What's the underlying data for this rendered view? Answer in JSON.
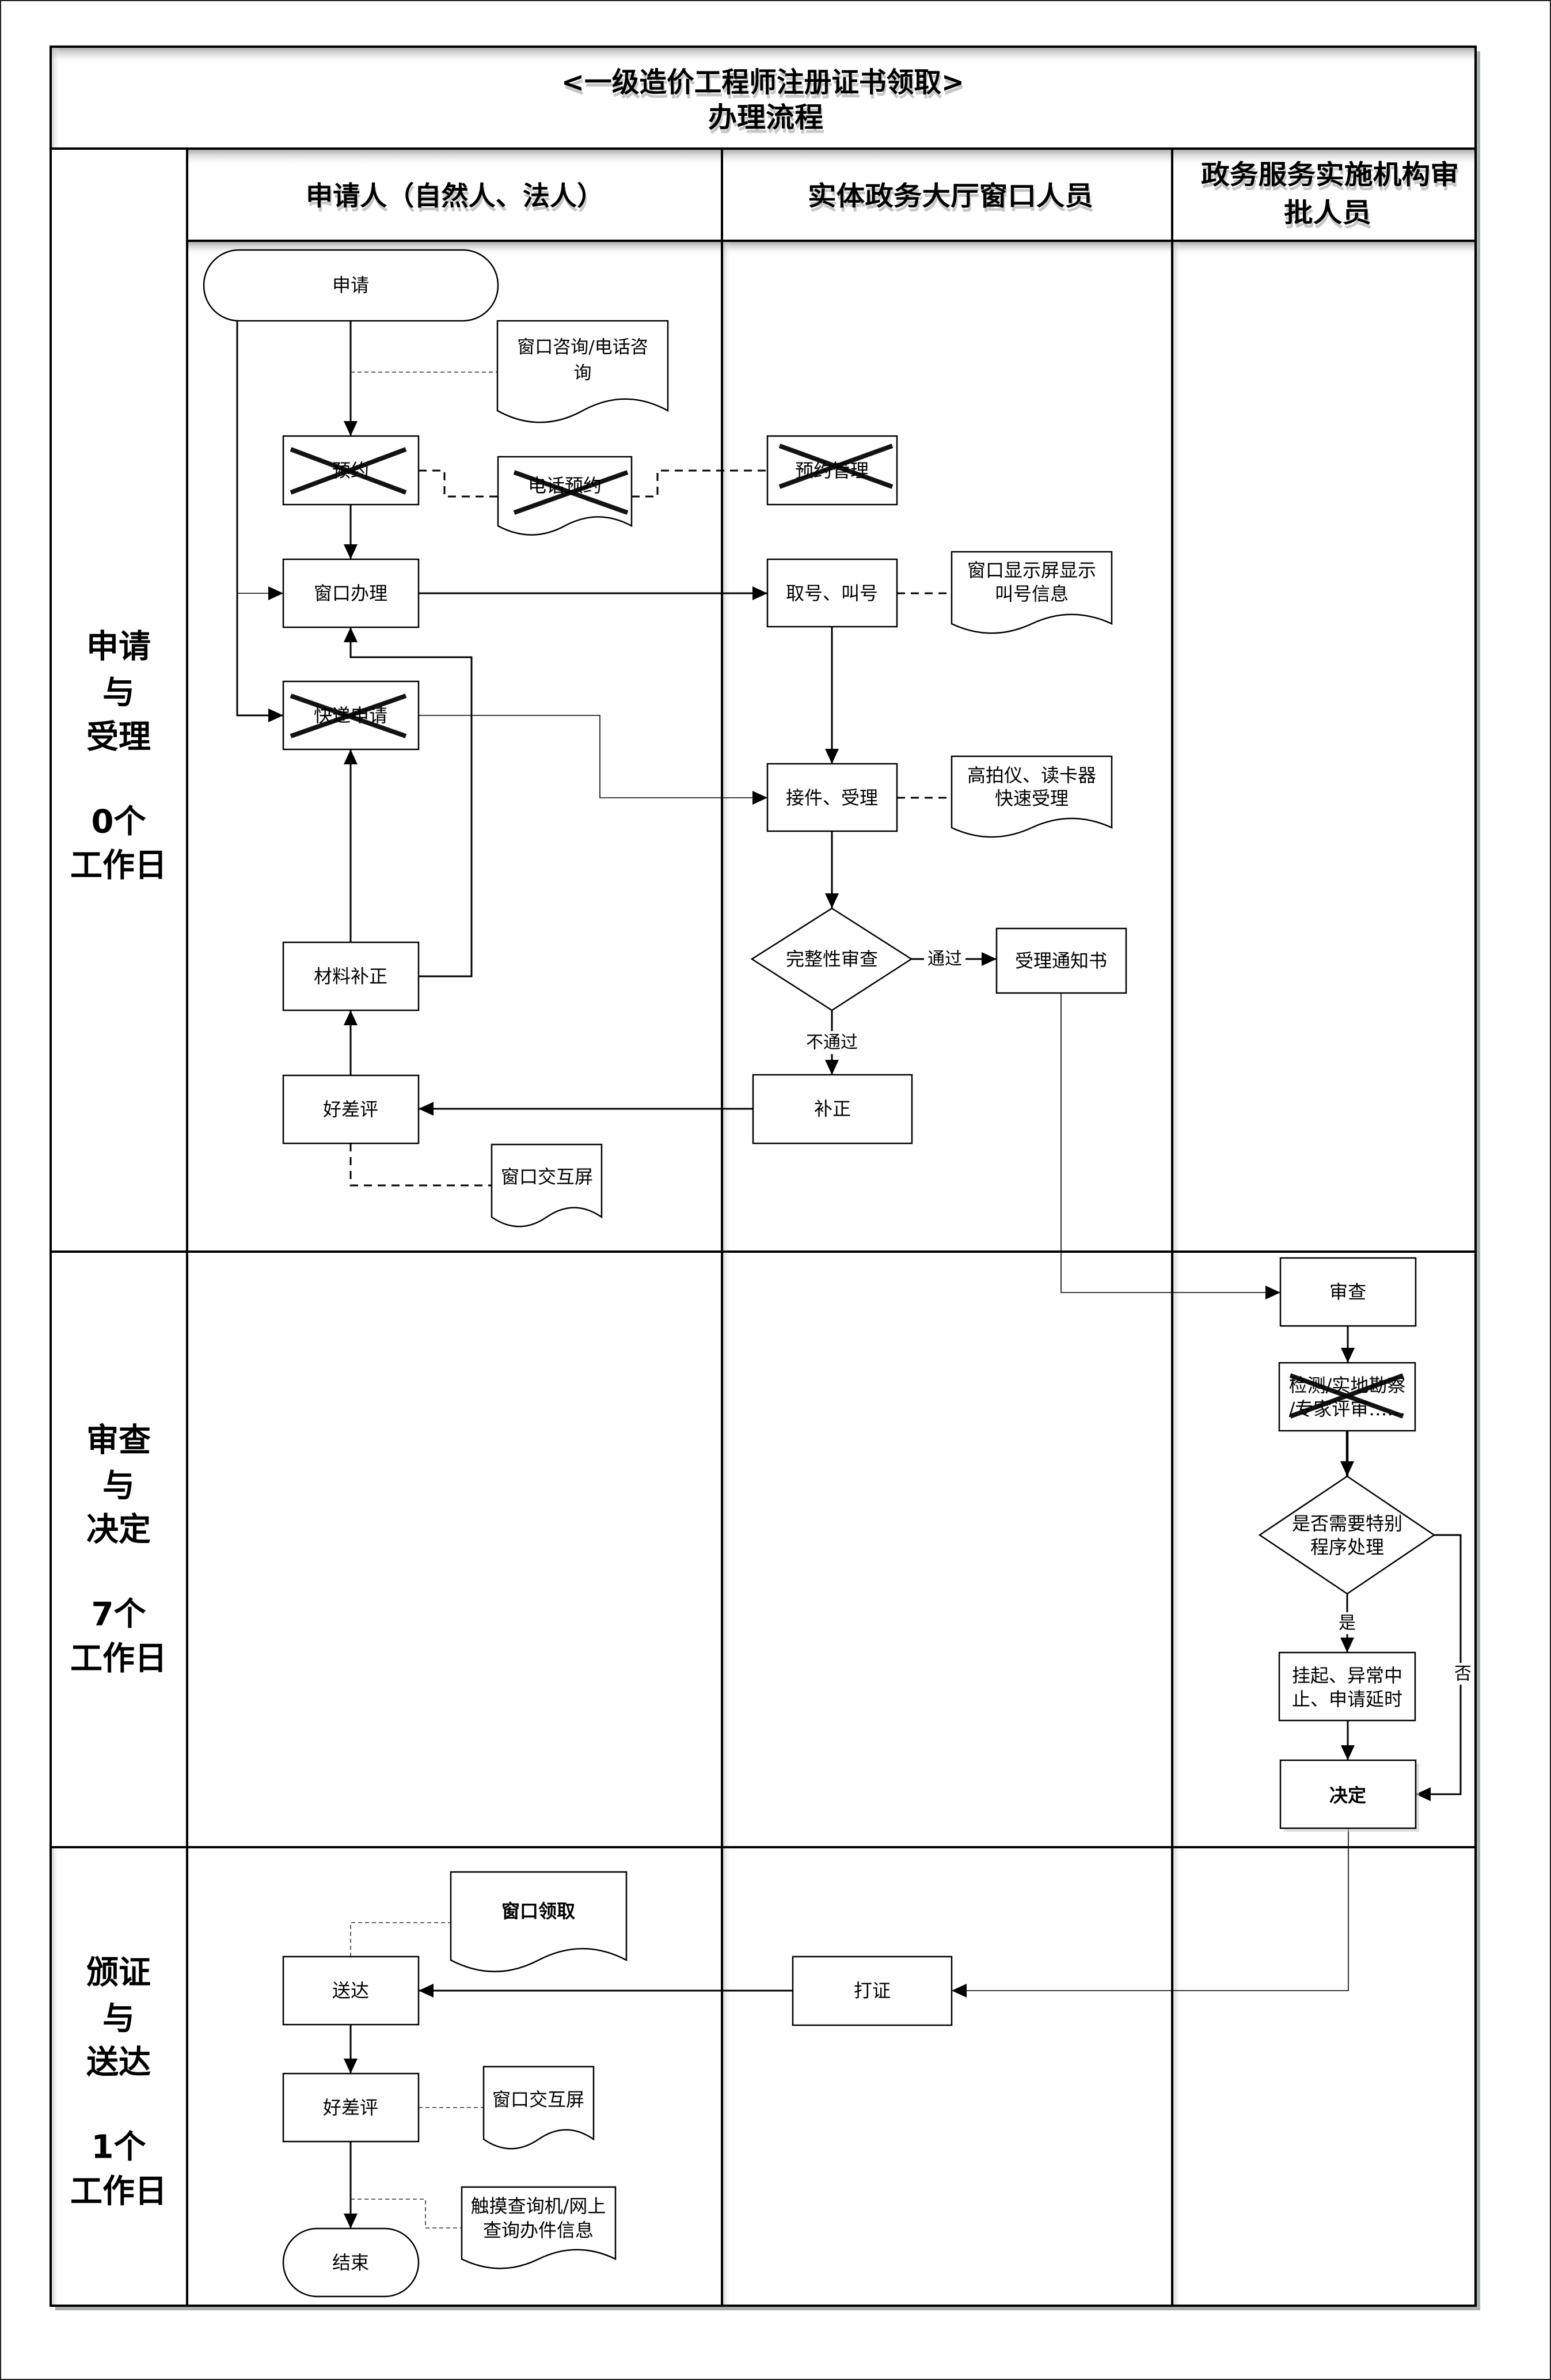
{
  "title": {
    "line1": "<一级造价工程师注册证书领取>",
    "line2": "办理流程"
  },
  "lanes": [
    {
      "header": "申请人（自然人、法人）"
    },
    {
      "header": "实体政务大厅窗口人员"
    },
    {
      "header_lines": [
        "政务服务实施机构审",
        "批人员"
      ]
    }
  ],
  "phases": [
    {
      "name_lines": [
        "申请",
        "与",
        "受理"
      ],
      "duration_lines": [
        "0个",
        "工作日"
      ]
    },
    {
      "name_lines": [
        "审查",
        "与",
        "决定"
      ],
      "duration_lines": [
        "7个",
        "工作日"
      ]
    },
    {
      "name_lines": [
        "颁证",
        "与",
        "送达"
      ],
      "duration_lines": [
        "1个",
        "工作日"
      ]
    }
  ],
  "nodes": {
    "apply_start": {
      "label": "申请"
    },
    "consult_doc": {
      "lines": [
        "窗口咨询/电话咨",
        "询"
      ]
    },
    "reserve": {
      "label": "预约",
      "crossed_out": true
    },
    "phone_reserve_doc": {
      "label": "电话预约",
      "crossed_out": true
    },
    "reserve_mgmt": {
      "label": "预约管理",
      "crossed_out": true
    },
    "window_handle": {
      "label": "窗口办理"
    },
    "queue_call": {
      "label": "取号、叫号"
    },
    "queue_display_doc": {
      "lines": [
        "窗口显示屏显示",
        "叫号信息"
      ]
    },
    "express_apply": {
      "label": "快递申请",
      "crossed_out": true
    },
    "receive_accept": {
      "label": "接件、受理"
    },
    "scanner_doc": {
      "lines": [
        "高拍仪、读卡器",
        "快速受理"
      ]
    },
    "completeness_check": {
      "label": "完整性审查"
    },
    "accept_notice": {
      "label": "受理通知书"
    },
    "supplement_materials": {
      "label": "材料补正"
    },
    "correction": {
      "label": "补正"
    },
    "rating_1": {
      "label": "好差评"
    },
    "interactive_screen_doc_1": {
      "label": "窗口交互屏"
    },
    "review": {
      "label": "审查"
    },
    "inspection": {
      "lines": [
        "检测/实地勘察",
        "/专家评审……"
      ],
      "crossed_out": true
    },
    "special_procedure_check": {
      "lines": [
        "是否需要特别",
        "程序处理"
      ]
    },
    "suspend": {
      "lines": [
        "挂起、异常中",
        "止、申请延时"
      ]
    },
    "decision": {
      "label": "决定"
    },
    "print_cert": {
      "label": "打证"
    },
    "deliver": {
      "label": "送达"
    },
    "window_pickup_doc": {
      "label": "窗口领取"
    },
    "rating_2": {
      "label": "好差评"
    },
    "interactive_screen_doc_2": {
      "label": "窗口交互屏"
    },
    "query_doc": {
      "lines": [
        "触摸查询机/网上",
        "查询办件信息"
      ]
    },
    "end": {
      "label": "结束"
    }
  },
  "edge_labels": {
    "pass": "通过",
    "fail": "不通过",
    "yes": "是",
    "no": "否"
  }
}
